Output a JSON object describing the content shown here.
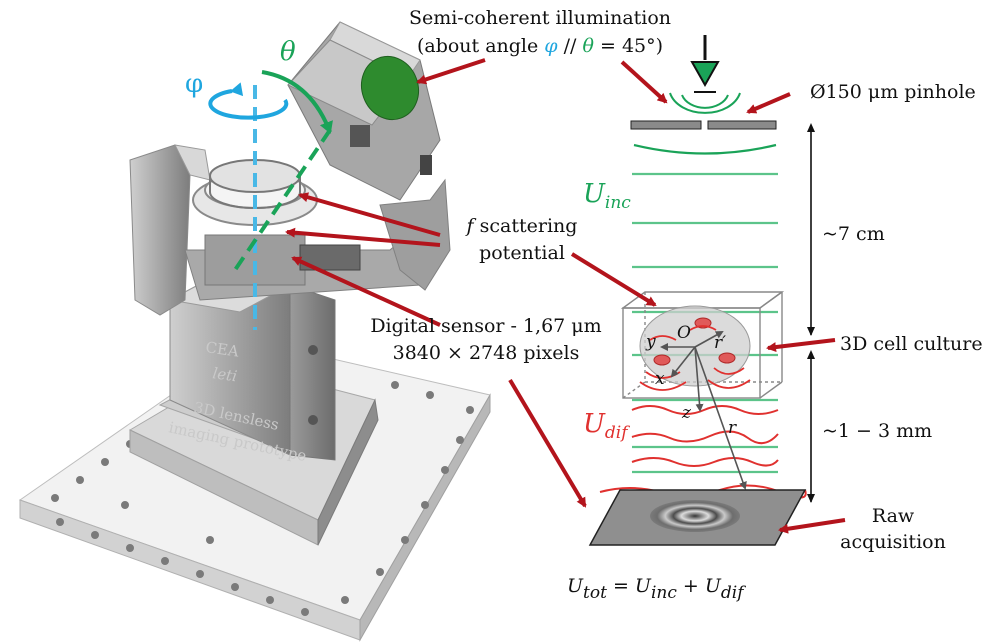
{
  "illumination": {
    "line1": "Semi-coherent illumination",
    "line2_open": "(about angle ",
    "phi": "φ",
    "sep": " // ",
    "theta": "θ",
    "line2_close": " = 45°)"
  },
  "pinhole_label": "Ø150 μm pinhole",
  "u_inc": {
    "base": "U",
    "sub": "inc"
  },
  "u_dif": {
    "base": "U",
    "sub": "dif"
  },
  "scattering": {
    "f": "f",
    "line1": " scattering",
    "line2": "potential"
  },
  "dist_top": "~7 cm",
  "dist_bottom": "~1 − 3 mm",
  "cell_culture": "3D cell culture",
  "sensor": {
    "line1": "Digital sensor - 1,67 μm",
    "line2": "3840 × 2748 pixels"
  },
  "raw": {
    "line1": "Raw",
    "line2": "acquisition"
  },
  "equation": "U_tot = U_inc + U_dif",
  "equation_parts": {
    "u": "U",
    "tot": "tot",
    "eq": " = ",
    "inc": "inc",
    "plus": " + ",
    "dif": "dif"
  },
  "axes": {
    "y": "y",
    "x": "x",
    "z": "z",
    "origin": "O",
    "r_prime": "r′",
    "r": "r"
  },
  "rotation": {
    "phi": "φ",
    "theta": "θ"
  },
  "engraving": {
    "logo1": "CEA",
    "logo2": "leti",
    "line1": "3D lensless",
    "line2": "imaging prototype"
  },
  "colors": {
    "green": "#1aa358",
    "blue": "#1fa6df",
    "red": "#e0312f",
    "arrow": "#b3141c",
    "metal": "#9a9a9a"
  }
}
